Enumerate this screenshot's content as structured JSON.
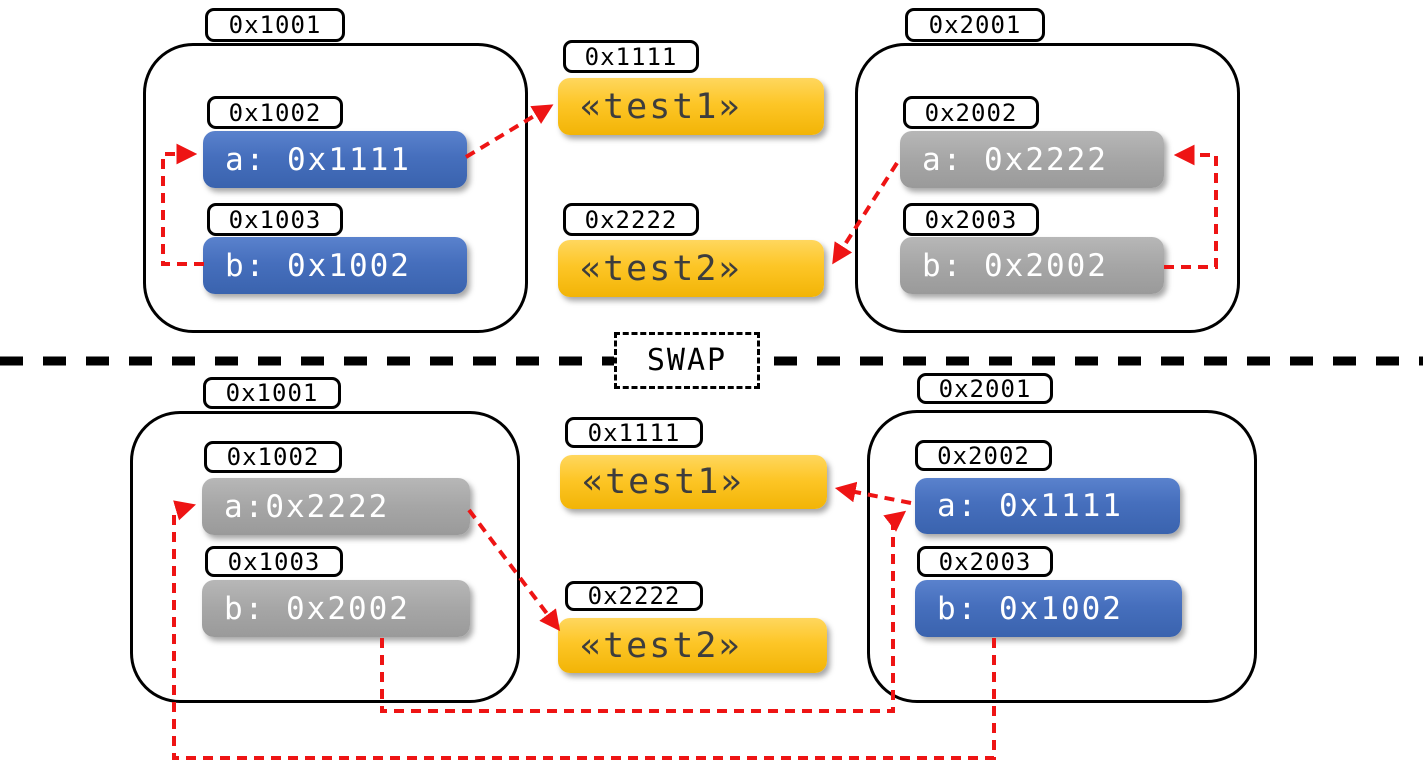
{
  "swap": {
    "label": "SWAP"
  },
  "colors": {
    "pointer_blue": "#4472C4",
    "stale_gray": "#A6A6A6",
    "string_yellow": "#FFC000",
    "arrow_red": "#EE1414",
    "outline_black": "#000000"
  },
  "top": {
    "left_frame": {
      "address": "0x1001",
      "vars": [
        {
          "address": "0x1002",
          "value": "a: 0x1111"
        },
        {
          "address": "0x1003",
          "value": "b: 0x1002"
        }
      ]
    },
    "heap": [
      {
        "address": "0x1111",
        "value": "«test1»"
      },
      {
        "address": "0x2222",
        "value": "«test2»"
      }
    ],
    "right_frame": {
      "address": "0x2001",
      "vars": [
        {
          "address": "0x2002",
          "value": "a: 0x2222"
        },
        {
          "address": "0x2003",
          "value": "b: 0x2002"
        }
      ]
    }
  },
  "bottom": {
    "left_frame": {
      "address": "0x1001",
      "vars": [
        {
          "address": "0x1002",
          "value": "a:0x2222"
        },
        {
          "address": "0x1003",
          "value": "b: 0x2002"
        }
      ]
    },
    "heap": [
      {
        "address": "0x1111",
        "value": "«test1»"
      },
      {
        "address": "0x2222",
        "value": "«test2»"
      }
    ],
    "right_frame": {
      "address": "0x2001",
      "vars": [
        {
          "address": "0x2002",
          "value": "a: 0x1111"
        },
        {
          "address": "0x2003",
          "value": "b: 0x1002"
        }
      ]
    }
  },
  "arrows": [
    {
      "from": "top b:0x1002",
      "to": "top a (0x1002)"
    },
    {
      "from": "top a:0x1111",
      "to": "«test1» (0x1111)"
    },
    {
      "from": "top a:0x2222",
      "to": "«test2» (0x2222)"
    },
    {
      "from": "top b:0x2002",
      "to": "top a (0x2002)"
    },
    {
      "from": "bottom a:0x2222",
      "to": "«test2» (0x2222)"
    },
    {
      "from": "bottom a:0x1111",
      "to": "«test1» (0x1111)"
    },
    {
      "from": "bottom b:0x2002",
      "to": "bottom right a (0x2002)"
    },
    {
      "from": "bottom b:0x1002",
      "to": "bottom left a (0x1002)"
    }
  ]
}
